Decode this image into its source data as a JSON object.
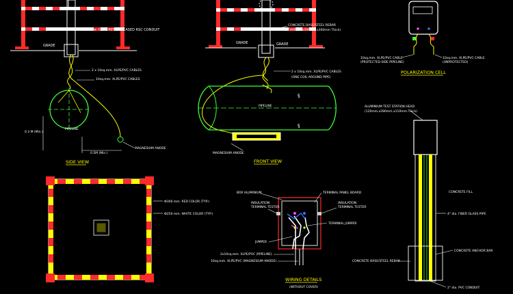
{
  "colors": {
    "background": "#000000",
    "red": "#ff2a2a",
    "yellow": "#ffff00",
    "green": "#3cff3c",
    "white": "#ffffff",
    "magenta": "#ff4dff",
    "blue": "#3b6cff",
    "gray": "#c8c8c8"
  },
  "side_view": {
    "conduit_label": "3\" dia. CONCRETE ENCASED RSC CONDUIT",
    "grade_label": "GRADE",
    "cables_label": "2 x 10sq.mm. XLPE/PVC CABLES",
    "cable_single_label": "10sq.mm. XLPE/PVC CABLES",
    "pipeline_label": "PIPELINE",
    "depth_label": "0.3 M (Min.)",
    "offset_label": "0.5M (Min.)",
    "anode_label": "MAGNESIUM ANODE",
    "title": "SIDE VIEW"
  },
  "front_view": {
    "base_label": "CONCRETE BASE/STEEL REBAR",
    "base_size": "(300mm.x300mm.x300mm Thick)",
    "grade_label": "GRADE",
    "cables_label": "2 x 10sq.mm. XLPE/PVC CABLES",
    "coil_label": "(ONE COIL AROUND PIPE)",
    "pipeline_label": "PIPELINE",
    "anode_label": "MAGNESIUM ANODE",
    "title": "FRONT VIEW"
  },
  "polarization_cell": {
    "left_cable_label": "10sq.mm. XLPE/PVC CABLE",
    "left_cable_sub": "(PROTECTED SIDE PIPELINE)",
    "right_cable_label": "10sq.mm. XLPE/PVC CABLE",
    "right_cable_sub": "(UNPROTECTED)",
    "title": "POLARIZATION CELL"
  },
  "plan_view": {
    "red_label": "Ф300 mm.  RED COLOR (TYP.)",
    "white_label": "Ф250 mm.  WHITE COLOR (TYP.)"
  },
  "wiring_details": {
    "box_label": "BOX ALUMINIUM",
    "panel_label": "TERMINAL PANEL BOARD",
    "insulation_left": "INSULATION",
    "tester_left": "TERMINAL TESTER",
    "insulation_right": "INSULATION",
    "tester_right": "TERMINAL TESTER",
    "jumper_label": "TERMINAL JUMPER",
    "jumper_small": "JUMPER",
    "pipeline_cable": "2x10sq.mm. XLPE/PVC (PIPELINE)",
    "anode_cable": "10sq.mm. XLPE/PVC (MAGNESIUM ANODE)",
    "title": "WIRING DETAILS",
    "subtitle": "(WITHOUT COVER)"
  },
  "test_station": {
    "head_label": "ALUMINIUM TEST STATION HEAD",
    "head_size": "(120mm.x280mm.x110mm.Thick)",
    "fill_label": "CONCRETE FILL",
    "pipe_label": "4\" dia. FIBER GLASS PIPE",
    "anchor_label": "CONCRETE ANCHOR BAR",
    "base_label": "CONCRETE BASE/STEEL REBAR",
    "conduit_label": "2\" dia. PVC CONDUIT"
  }
}
